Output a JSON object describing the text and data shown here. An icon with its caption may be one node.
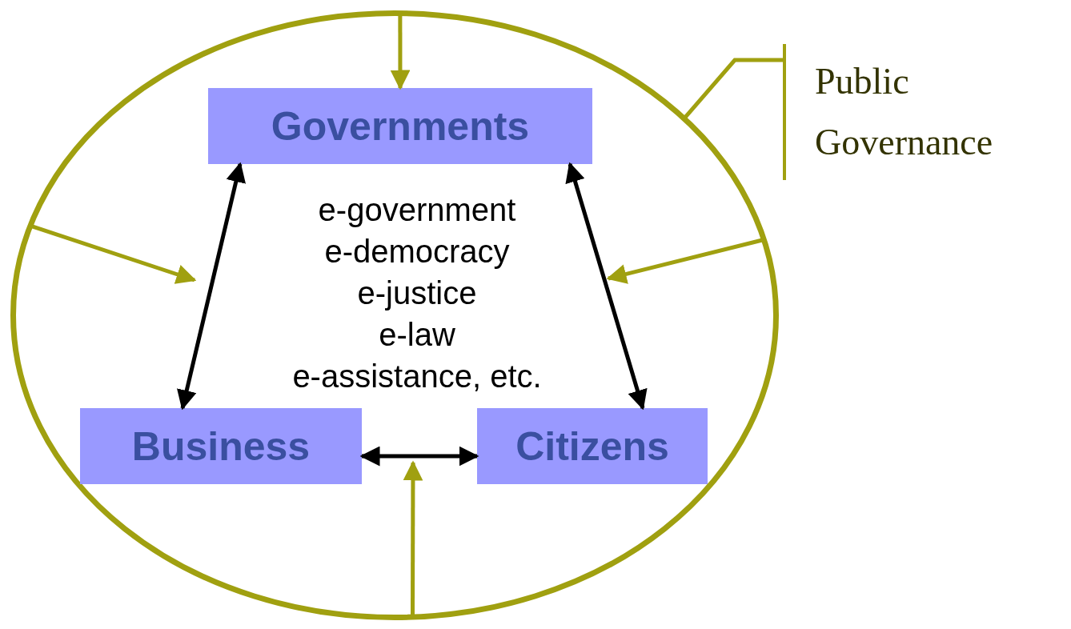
{
  "diagram": {
    "nodes": [
      {
        "text": [],
        "shape": "ellipse"
      },
      {
        "text": [
          "Governments"
        ],
        "in": 0
      },
      {
        "text": [
          "Business"
        ],
        "in": 0
      },
      {
        "text": [
          "Citizens"
        ],
        "in": 0
      },
      {
        "text": [
          "Public Governance"
        ]
      }
    ],
    "edges": [
      {
        "from": 0,
        "to": 1,
        "arrow": "to"
      },
      {
        "from": 0,
        "to": null,
        "arrow": "to"
      },
      {
        "from": 0,
        "to": null,
        "arrow": "to"
      },
      {
        "from": 0,
        "to": null,
        "arrow": "to"
      },
      {
        "from": 4,
        "to": 0,
        "arrow": "none"
      },
      {
        "from": 1,
        "to": 2,
        "arrow": "both",
        "color": "#000000"
      },
      {
        "from": 1,
        "to": 3,
        "arrow": "both",
        "color": "#000000"
      },
      {
        "from": 2,
        "to": 3,
        "arrow": "both",
        "color": "#000000"
      }
    ],
    "labels": [
      "e-government",
      "e-democracy",
      "e-justice",
      "e-law",
      "e-assistance, etc."
    ]
  }
}
